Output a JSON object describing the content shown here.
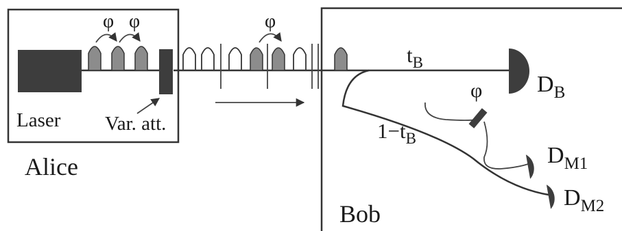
{
  "alice": {
    "label": "Alice",
    "laser_label": "Laser",
    "attenuator_label": "Var. att.",
    "phase_label_1": "φ",
    "phase_label_2": "φ"
  },
  "channel": {
    "phase_label": "φ"
  },
  "bob": {
    "label": "Bob",
    "transmission_label": "t",
    "transmission_sub": "B",
    "monitor_label_prefix": "1−t",
    "monitor_label_sub": "B",
    "phase_label": "φ"
  },
  "detectors": {
    "db_label": "D",
    "db_sub": "B",
    "dm1_label": "D",
    "dm1_sub": "M1",
    "dm2_label": "D",
    "dm2_sub": "M2"
  },
  "colors": {
    "device_fill": "#3d3d3d",
    "pulse_fill": "#8c8c8c",
    "line": "#333333"
  }
}
